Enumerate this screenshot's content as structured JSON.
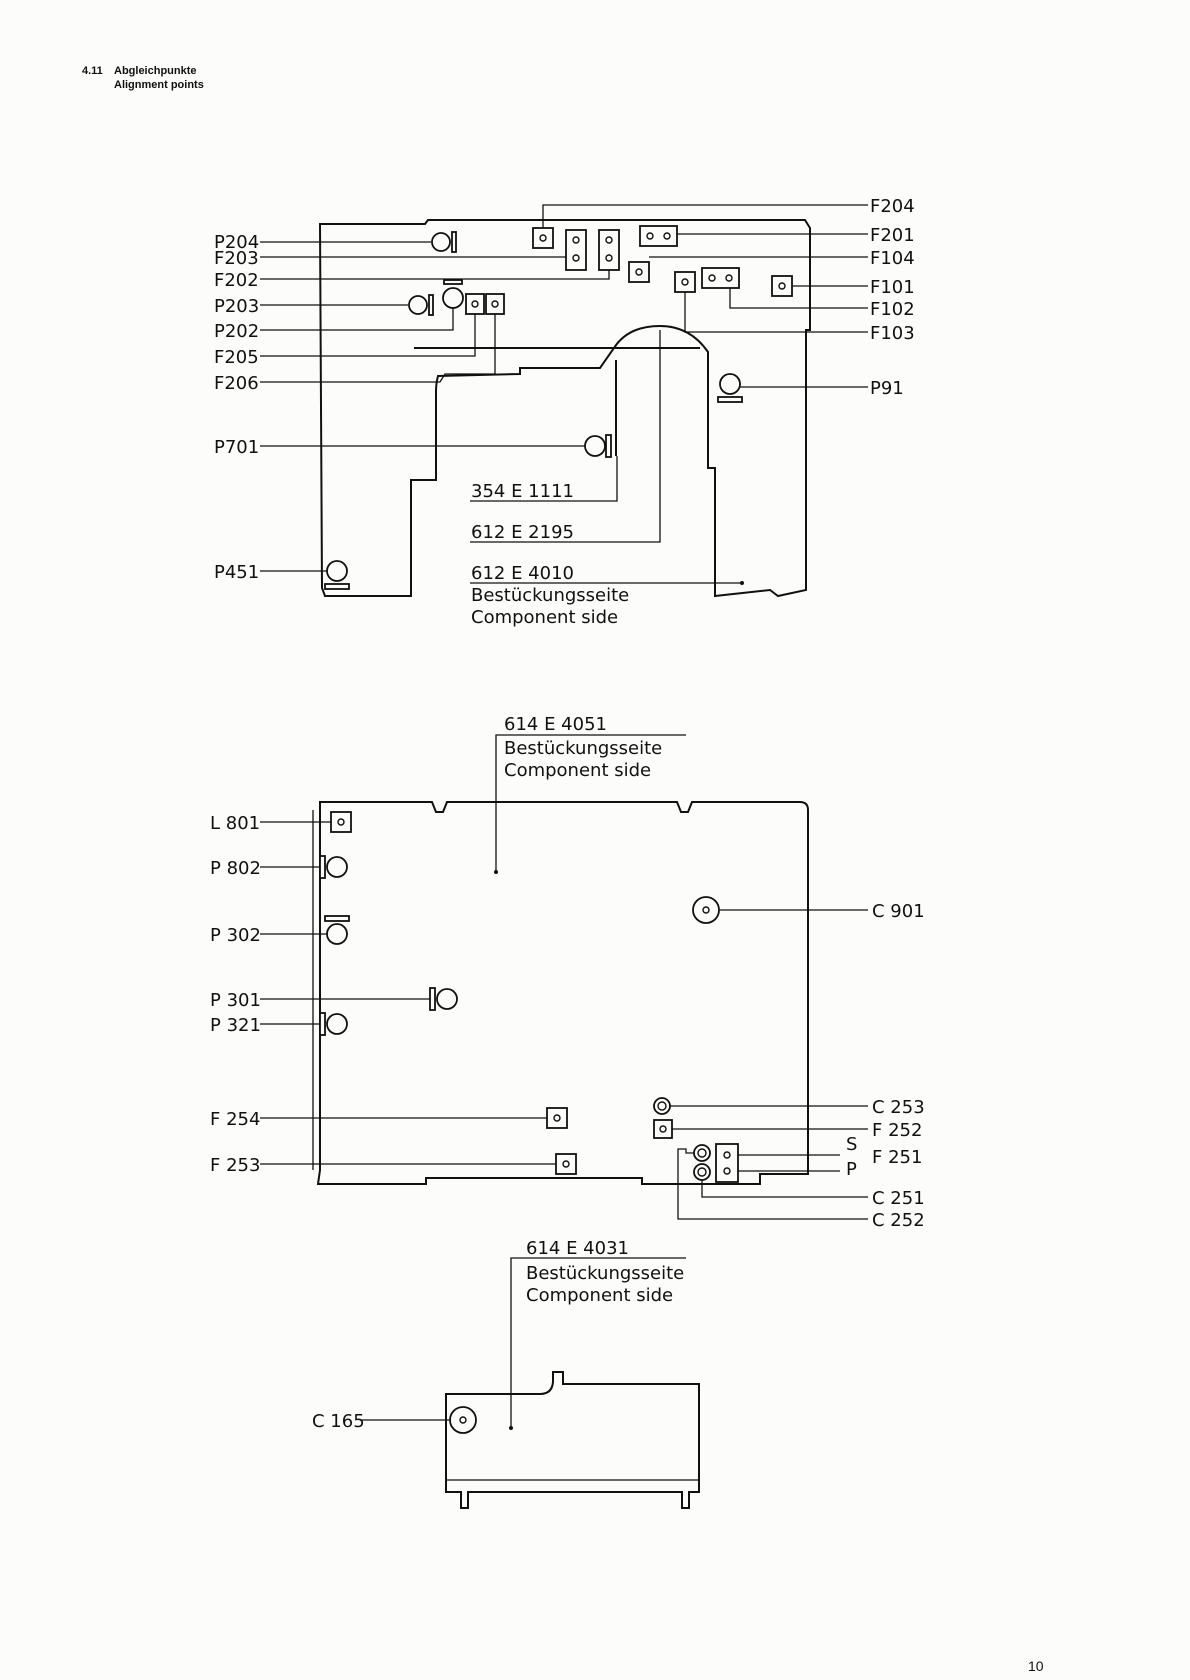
{
  "header": {
    "section": "4.11",
    "title_de": "Abgleichpunkte",
    "title_en": "Alignment points"
  },
  "page_number": "10",
  "board1": {
    "labels_left": [
      "P204",
      "F203",
      "F202",
      "P203",
      "P202",
      "F205",
      "F206",
      "P701",
      "P451"
    ],
    "labels_right": [
      "F204",
      "F201",
      "F104",
      "F101",
      "F102",
      "F103",
      "P91"
    ],
    "part_numbers": [
      "354 E 1111",
      "612 E 2195",
      "612 E 4010"
    ],
    "caption_de": "Bestückungsseite",
    "caption_en": "Component side"
  },
  "board2": {
    "part_number": "614 E 4051",
    "caption_de": "Bestückungsseite",
    "caption_en": "Component side",
    "labels_left": [
      "L 801",
      "P 802",
      "P 302",
      "P 301",
      "P 321",
      "F 254",
      "F 253"
    ],
    "labels_right": [
      "C 901",
      "C 253",
      "F 252",
      "S",
      "P",
      "F 251",
      "C 251",
      "C 252"
    ]
  },
  "board3": {
    "part_number": "614 E 4031",
    "caption_de": "Bestückungsseite",
    "caption_en": "Component side",
    "labels_left": [
      "C 165"
    ]
  }
}
